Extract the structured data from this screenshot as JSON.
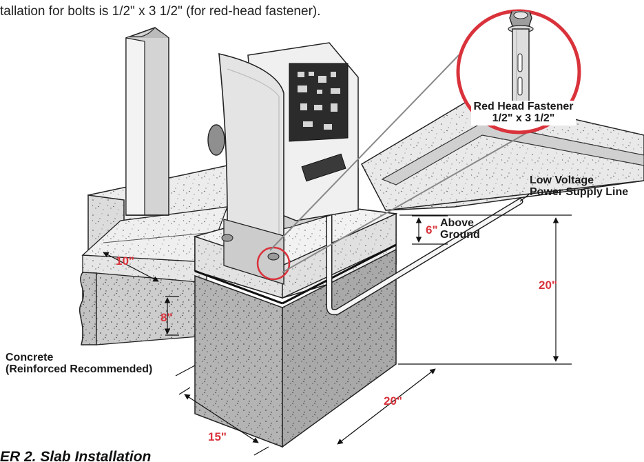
{
  "header": {
    "instruction_text": "tallation for bolts is 1/2\" x 3 1/2\" (for red-head fastener)."
  },
  "figure": {
    "caption_partial": "ER 2. Slab Installation"
  },
  "callouts": {
    "fastener_name": "Red Head Fastener",
    "fastener_size": "1/2\" x 3 1/2\"",
    "power_line_1": "Low Voltage",
    "power_line_2": "Power Supply Line",
    "above_ground_1": "Above",
    "above_ground_2": "Ground",
    "concrete_1": "Concrete",
    "concrete_2": "(Reinforced Recommended)"
  },
  "dimensions": {
    "trench_width": "10\"",
    "trench_depth": "8\"",
    "above_ground": "6\"",
    "slab_height": "20\"",
    "slab_length": "20\"",
    "slab_width": "15\""
  },
  "colors": {
    "dimension_red": "#d9323b",
    "magnifier_red": "#d9323b",
    "concrete_light": "#e7e7e7",
    "concrete_dark": "#a9a9a9"
  }
}
